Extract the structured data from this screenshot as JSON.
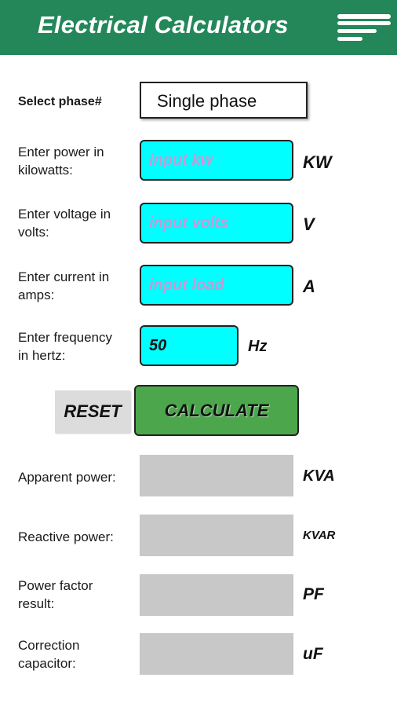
{
  "header": {
    "title": "Electrical Calculators",
    "menu_icon": "hamburger-menu-icon"
  },
  "form": {
    "phase": {
      "label": "Select phase#",
      "selected": "Single phase"
    },
    "power": {
      "label": "Enter power in\nkilowatts:",
      "placeholder": "input kw",
      "value": "",
      "unit": "KW"
    },
    "voltage": {
      "label": "Enter voltage in\nvolts:",
      "placeholder": "input volts",
      "value": "",
      "unit": "V"
    },
    "current": {
      "label": "Enter current in\namps:",
      "placeholder": "input load",
      "value": "",
      "unit": "A"
    },
    "frequency": {
      "label": "Enter frequency\nin hertz:",
      "value": "50",
      "unit": "Hz"
    }
  },
  "buttons": {
    "reset": "RESET",
    "calculate": "CALCULATE"
  },
  "results": {
    "apparent": {
      "label": "Apparent power:",
      "value": "",
      "unit": "KVA"
    },
    "reactive": {
      "label": "Reactive power:",
      "value": "",
      "unit": "KVAR"
    },
    "pf": {
      "label": "Power factor\nresult:",
      "value": "",
      "unit": "PF"
    },
    "capacitor": {
      "label": "Correction\ncapacitor:",
      "value": "",
      "unit": "uF"
    }
  },
  "colors": {
    "header_bg": "#23875a",
    "input_bg": "#00ffff",
    "calculate_bg": "#4ca64c",
    "reset_bg": "#dcdcdc",
    "result_bg": "#c8c8c8",
    "placeholder": "#c79ad6"
  }
}
